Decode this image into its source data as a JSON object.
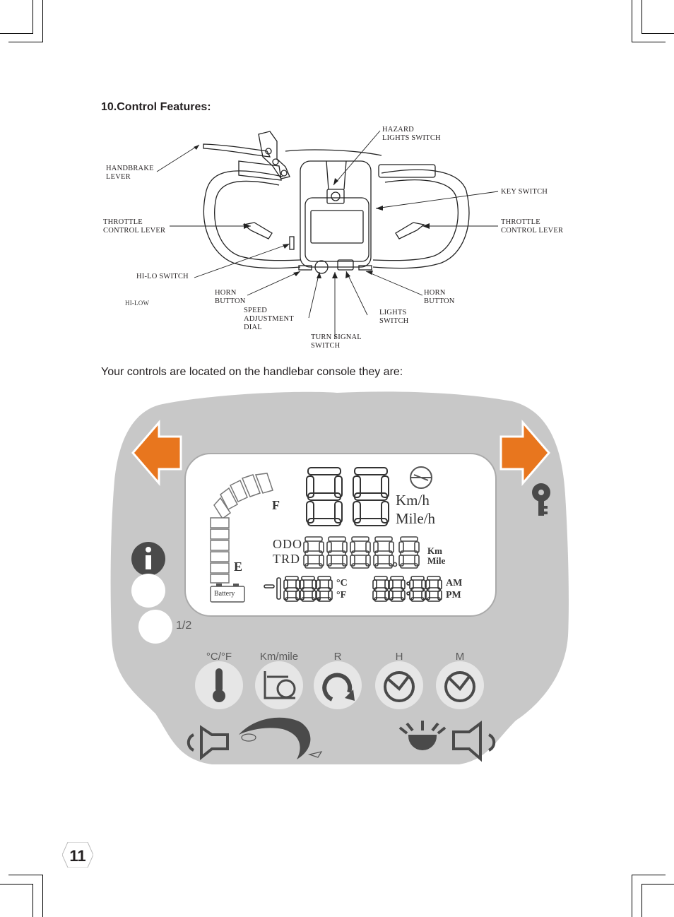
{
  "section": {
    "title": "10.Control Features:"
  },
  "diagram": {
    "callouts": {
      "hazard": "HAZARD\nLIGHTS SWITCH",
      "handbrake": "HANDBRAKE\nLEVER",
      "key_switch": "KEY SWITCH",
      "throttle_left": "THROTTLE\nCONTROL LEVER",
      "throttle_right": "THROTTLE\nCONTROL LEVER",
      "hilo_switch": "HI-LO SWITCH",
      "horn_left": "HORN\nBUTTON",
      "horn_right": "HORN\nBUTTON",
      "hilow_note": "HI-LOW",
      "speed_dial": "SPEED\nADJUSTMENT\nDIAL",
      "lights_switch": "LIGHTS\nSWITCH",
      "turn_signal": "TURN SIGNAL\nSWITCH"
    }
  },
  "intro_text": "Your controls are located on the handlebar console they are:",
  "console": {
    "lcd": {
      "fuel_full": "F",
      "fuel_empty": "E",
      "battery_label": "Battery",
      "speed_digits": "88",
      "speed_unit_km": "Km/h",
      "speed_unit_mile": "Mile/h",
      "odo_label": "ODO",
      "trip_label": "TRD",
      "odo_digits": "8888.8",
      "odo_unit_km": "Km",
      "odo_unit_mile": "Mile",
      "temp_digits": "-188.8",
      "temp_c": "°C",
      "temp_f": "°F",
      "clock_digits": "88:88",
      "am": "AM",
      "pm": "PM"
    },
    "half_label": "1/2",
    "buttons": [
      {
        "label": "°C/°F",
        "icon": "thermometer-icon"
      },
      {
        "label": "Km/mile",
        "icon": "odometer-icon"
      },
      {
        "label": "R",
        "icon": "reset-icon"
      },
      {
        "label": "H",
        "icon": "clock-hour-icon"
      },
      {
        "label": "M",
        "icon": "clock-minute-icon"
      }
    ],
    "colors": {
      "panel": "#c8c8c8",
      "arrow": "#e8761e",
      "lcd_bg": "#ffffff",
      "button": "#e6e6e6",
      "icon": "#4a4a4a"
    }
  },
  "page_number": "11"
}
